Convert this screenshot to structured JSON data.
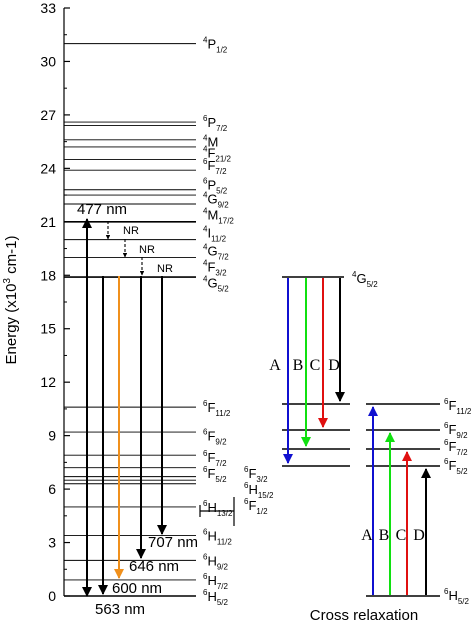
{
  "axis": {
    "ylabel": "Energy (x10³ cm-1)",
    "ylabel_main": "Energy (x10",
    "ylabel_sup": "3",
    "ylabel_tail": " cm-1)",
    "ylim": [
      0,
      33
    ],
    "ticks": [
      "0",
      "3",
      "6",
      "9",
      "12",
      "15",
      "18",
      "21",
      "24",
      "27",
      "30",
      "33"
    ]
  },
  "levels_main": [
    0,
    0.9,
    2.0,
    3.4,
    5.0,
    6.3,
    6.5,
    6.7,
    7.2,
    7.9,
    9.2,
    10.6,
    17.9,
    19.0,
    20.0,
    21.0,
    22.0,
    22.5,
    22.8,
    23.9,
    24.5,
    25.2,
    25.6,
    26.4,
    26.6,
    31.0
  ],
  "level_labels": [
    {
      "base": "P",
      "sup": "4",
      "sub": "1/2",
      "y": 31.0
    },
    {
      "base": "P",
      "sup": "6",
      "sub": "7/2",
      "y": 26.6
    },
    {
      "base": "M",
      "sup": "4",
      "sub": "",
      "y": 25.5
    },
    {
      "base": "F",
      "sup": "4",
      "sub": "21/2",
      "y": 24.9
    },
    {
      "base": "F",
      "sup": "6",
      "sub": "7/2",
      "y": 24.2
    },
    {
      "base": "P",
      "sup": "6",
      "sub": "5/2",
      "y": 23.1
    },
    {
      "base": "G",
      "sup": "4",
      "sub": "9/2",
      "y": 22.3
    },
    {
      "base": "M",
      "sup": "4",
      "sub": "17/2",
      "y": 21.4
    },
    {
      "base": "I",
      "sup": "4",
      "sub": "11/2",
      "y": 20.4
    },
    {
      "base": "G",
      "sup": "4",
      "sub": "7/2",
      "y": 19.4
    },
    {
      "base": "F",
      "sup": "4",
      "sub": "3/2",
      "y": 18.5
    },
    {
      "base": "G",
      "sup": "4",
      "sub": "5/2",
      "y": 17.6
    },
    {
      "base": "F",
      "sup": "6",
      "sub": "11/2",
      "y": 10.6
    },
    {
      "base": "F",
      "sup": "6",
      "sub": "9/2",
      "y": 9.0
    },
    {
      "base": "F",
      "sup": "6",
      "sub": "7/2",
      "y": 7.8
    },
    {
      "base": "F",
      "sup": "6",
      "sub": "5/2",
      "y": 6.9
    },
    {
      "base": "H",
      "sup": "6",
      "sub": "13/2",
      "y": 5.0
    },
    {
      "base": "H",
      "sup": "6",
      "sub": "11/2",
      "y": 3.4
    },
    {
      "base": "H",
      "sup": "6",
      "sub": "9/2",
      "y": 2.0
    },
    {
      "base": "H",
      "sup": "6",
      "sub": "7/2",
      "y": 0.9
    },
    {
      "base": "H",
      "sup": "6",
      "sub": "5/2",
      "y": 0.0
    }
  ],
  "bracket_labels": [
    {
      "base": "F",
      "sup": "6",
      "sub": "3/2",
      "y": 6.9
    },
    {
      "base": "H",
      "sup": "6",
      "sub": "15/2",
      "y": 6.0
    },
    {
      "base": "F",
      "sup": "6",
      "sub": "1/2",
      "y": 5.1
    }
  ],
  "wavelengths": {
    "excitation": "477 nm",
    "em_707": "707 nm",
    "em_646": "646 nm",
    "em_600": "600 nm",
    "em_563": "563 nm"
  },
  "nr_label": "NR",
  "cross_relaxation": {
    "title": "Cross relaxation",
    "letters": [
      "A",
      "B",
      "C",
      "D"
    ],
    "top_label": {
      "base": "G",
      "sup": "4",
      "sub": "5/2"
    },
    "right_labels": [
      {
        "base": "F",
        "sup": "6",
        "sub": "11/2"
      },
      {
        "base": "F",
        "sup": "6",
        "sub": "9/2"
      },
      {
        "base": "F",
        "sup": "6",
        "sub": "7/2"
      },
      {
        "base": "F",
        "sup": "6",
        "sub": "5/2"
      }
    ],
    "ground_label": {
      "base": "H",
      "sup": "6",
      "sub": "5/2"
    }
  },
  "colors": {
    "blue": "#1010d0",
    "green": "#10e010",
    "red": "#e01010",
    "black": "#000000",
    "orange": "#f0901c"
  }
}
